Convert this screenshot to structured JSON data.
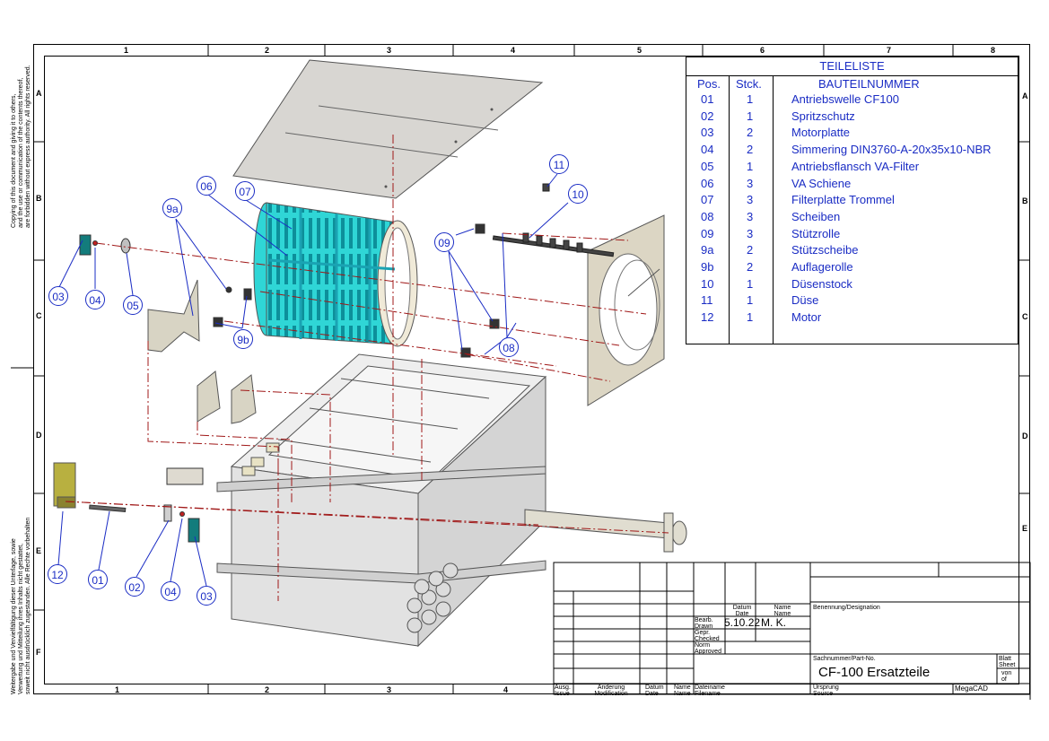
{
  "border": {
    "top_numbers": [
      "1",
      "2",
      "3",
      "4",
      "5",
      "6",
      "7",
      "8"
    ],
    "bottom_numbers": [
      "1",
      "2",
      "3",
      "4"
    ],
    "side_letters": [
      "A",
      "B",
      "C",
      "D",
      "E",
      "F"
    ],
    "right_letters": [
      "A",
      "B",
      "C",
      "D",
      "E"
    ]
  },
  "copyright_en": [
    "Copying of this document and giving it to others,",
    "and the use or communication of the contents thereof,",
    "are forbidden without express authority. All rights reserved."
  ],
  "copyright_de": [
    "Weitergabe und Vervielfältigung dieser Unterlage, sowie",
    "Verwertung und Mitteilung ihres Inhalts nicht gestattet,",
    "soweit nicht ausdrücklich zugestanden. Alle Rechte vorbehalten"
  ],
  "parts_list": {
    "title": "TEILELISTE",
    "col_pos": "Pos.",
    "col_qty": "Stck.",
    "col_part": "BAUTEILNUMMER",
    "rows": [
      {
        "pos": "01",
        "qty": "1",
        "name": "Antriebswelle CF100"
      },
      {
        "pos": "02",
        "qty": "1",
        "name": "Spritzschutz"
      },
      {
        "pos": "03",
        "qty": "2",
        "name": "Motorplatte"
      },
      {
        "pos": "04",
        "qty": "2",
        "name": "Simmering DIN3760-A-20x35x10-NBR"
      },
      {
        "pos": "05",
        "qty": "1",
        "name": "Antriebsflansch  VA-Filter"
      },
      {
        "pos": "06",
        "qty": "3",
        "name": "VA Schiene"
      },
      {
        "pos": "07",
        "qty": "3",
        "name": "Filterplatte Trommel"
      },
      {
        "pos": "08",
        "qty": "3",
        "name": "Scheiben"
      },
      {
        "pos": "09",
        "qty": "3",
        "name": "Stützrolle"
      },
      {
        "pos": "9a",
        "qty": "2",
        "name": "Stützscheibe"
      },
      {
        "pos": "9b",
        "qty": "2",
        "name": "Auflagerolle"
      },
      {
        "pos": "10",
        "qty": "1",
        "name": "Düsenstock"
      },
      {
        "pos": "11",
        "qty": "1",
        "name": "Düse"
      },
      {
        "pos": "12",
        "qty": "1",
        "name": "Motor"
      }
    ]
  },
  "callouts": [
    "03",
    "04",
    "05",
    "06",
    "07",
    "9a",
    "9b",
    "09",
    "10",
    "11",
    "08",
    "12",
    "01",
    "02",
    "04",
    "03"
  ],
  "title_block": {
    "datum_label": [
      "Datum",
      "Date"
    ],
    "name_label": [
      "Name",
      "Name"
    ],
    "drawn_label": [
      "Bearb.",
      "Drawn"
    ],
    "drawn_date": "5.10.22",
    "drawn_name": "M. K.",
    "checked_label": [
      "Gepr.",
      "Checked"
    ],
    "approved_label": [
      "Norm",
      "Approved"
    ],
    "designation_label": "Benennung/Designation",
    "part_no_label": "Sachnummer/Part-No.",
    "part_no": "CF-100 Ersatzteile",
    "sheet_label": [
      "Blatt",
      "Sheet"
    ],
    "of_label": [
      "von",
      "of"
    ],
    "issue_label": [
      "Ausg.",
      "Issue"
    ],
    "modification_label": [
      "Änderung",
      "Modification"
    ],
    "date_label": [
      "Datum",
      "Date"
    ],
    "name2_label": [
      "Name",
      "Name"
    ],
    "filename_label": [
      "Dateiname",
      "Filename"
    ],
    "source_label": [
      "Ursprung",
      "Source"
    ],
    "software": "MegaCAD"
  },
  "colors": {
    "blue": "#1a2cc4",
    "drum": "#2fd6d6",
    "plate": "#d8d4c8",
    "box": "#e4e4e4",
    "dash": "#a01818",
    "motor": "#b8b040"
  }
}
